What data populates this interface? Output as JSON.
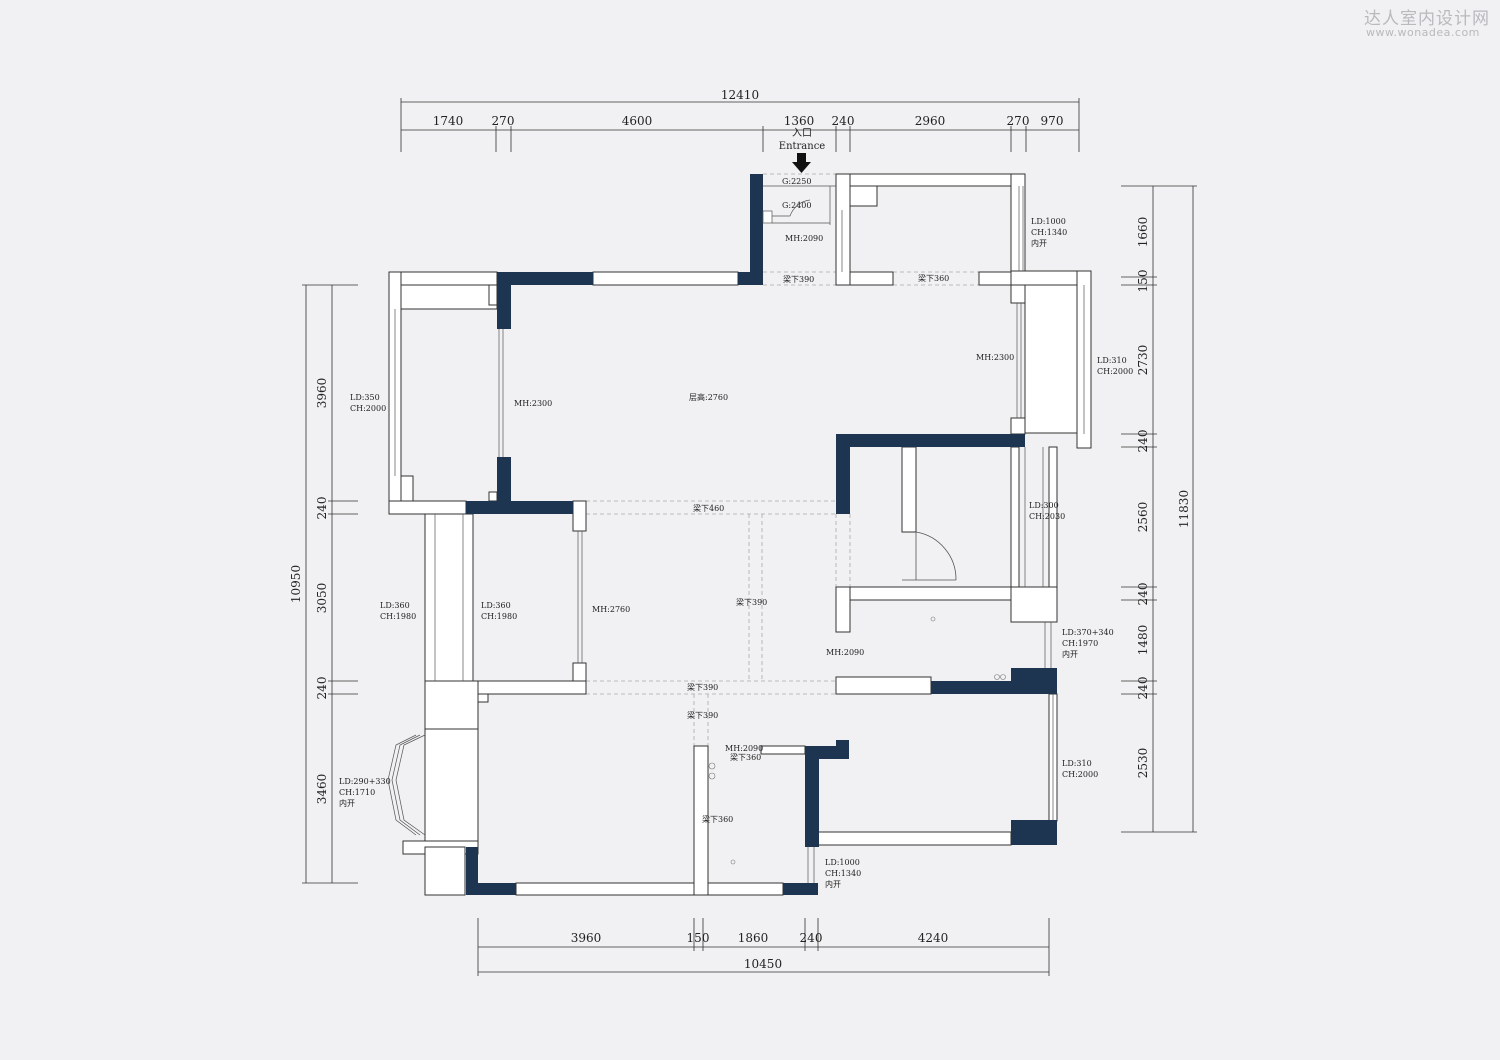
{
  "watermark": {
    "site_cn": "达人室内设计网",
    "site_url": "www.wonadea.com"
  },
  "colors": {
    "background": "#f1f1f3",
    "wall": "#ffffff",
    "structural_wall": "#1e3552",
    "line": "#333333",
    "dashed": "#aaaaaa"
  },
  "entrance": {
    "cn": "入口",
    "en": "Entrance"
  },
  "dims_top": {
    "total": "12410",
    "segments": [
      "1740",
      "270",
      "4600",
      "1360",
      "240",
      "2960",
      "270",
      "970"
    ]
  },
  "dims_bottom": {
    "total": "10450",
    "segments": [
      "3960",
      "150",
      "1860",
      "240",
      "4240"
    ]
  },
  "dims_left": {
    "total": "10950",
    "segments": [
      "3960",
      "240",
      "3050",
      "240",
      "3460"
    ]
  },
  "dims_right": {
    "total": "11830",
    "segments": [
      "1660",
      "150",
      "2730",
      "240",
      "2560",
      "240",
      "1480",
      "240",
      "2530"
    ]
  },
  "labels": {
    "g2250": "G:2250",
    "g2400": "G:2400",
    "mh2090_a": "MH:2090",
    "ld1000_ch1340_a": "LD:1000",
    "ch1340_a": "CH:1340",
    "neikai_a": "内开",
    "beam390_a": "梁下390",
    "beam360_a": "梁下360",
    "mh2300_r": "MH:2300",
    "ld310_a": "LD:310",
    "ch2000_a": "CH:2000",
    "ld350": "LD:350",
    "ch2000_b": "CH:2000",
    "mh2300_l": "MH:2300",
    "floor_height": "层高:2760",
    "beam460": "梁下460",
    "ld300": "LD:300",
    "ch2030": "CH:2030",
    "ld360_a": "LD:360",
    "ch1980_a": "CH:1980",
    "ld360_b": "LD:360",
    "ch1980_b": "CH:1980",
    "mh2760": "MH:2760",
    "beam390_b": "梁下390",
    "mh2090_b": "MH:2090",
    "ld370_340": "LD:370+340",
    "ch1970": "CH:1970",
    "neikai_b": "内开",
    "beam390_c": "梁下390",
    "beam390_d": "梁下390",
    "ld290_330": "LD:290+330",
    "ch1710": "CH:1710",
    "neikai_c": "内开",
    "mh2090_c": "MH:2090",
    "beam360_b": "梁下360",
    "beam360_c": "梁下360",
    "ld310_b": "LD:310",
    "ch2000_c": "CH:2000",
    "ld1000_b": "LD:1000",
    "ch1340_b": "CH:1340",
    "neikai_d": "内开"
  }
}
